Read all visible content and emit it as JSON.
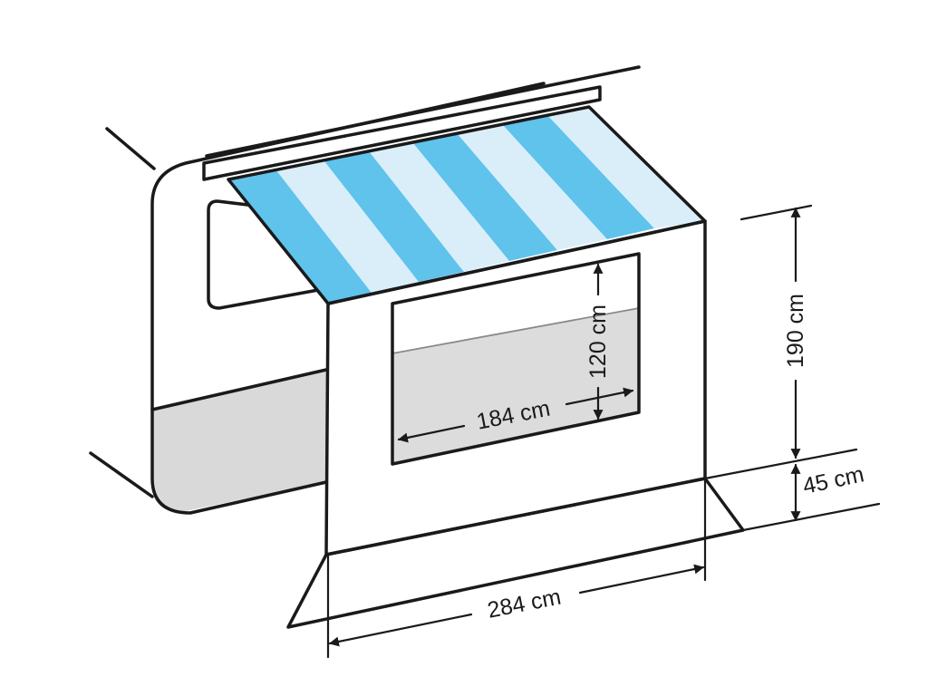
{
  "labels": {
    "height": "190 cm",
    "skirt": "45 cm",
    "width": "284 cm",
    "window_width": "184 cm",
    "window_height": "120 cm"
  },
  "colors": {
    "stripe_blue": "#5fc3ec",
    "stripe_light": "#d9eef8",
    "panel": "#e6e6e6",
    "wall": "#eeeeee",
    "caravan_lower": "#d9d9d9",
    "window_pane": "#f4f4f4",
    "outline": "#1a1a1a",
    "background": "#ffffff"
  }
}
